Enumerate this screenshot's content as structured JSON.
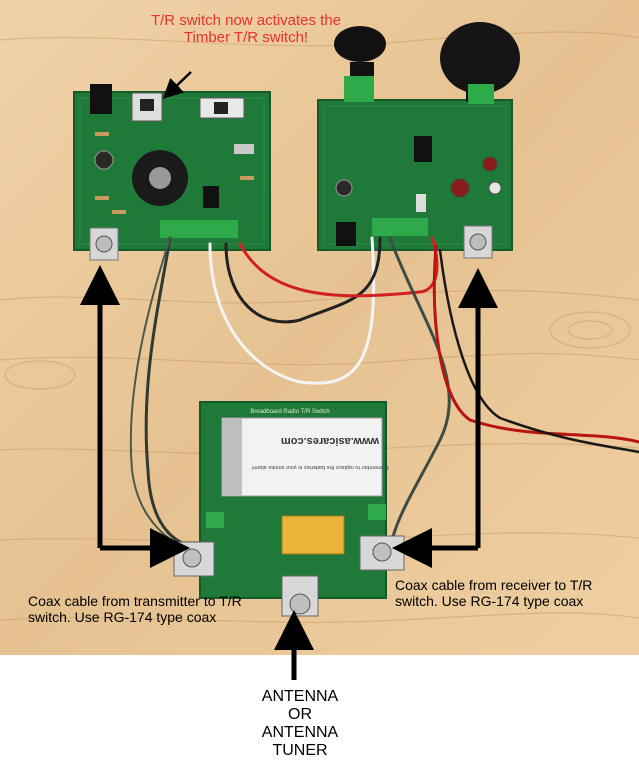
{
  "annotations": {
    "top_note": "T/R switch now activates the Timber T/R switch!",
    "transmitter_coax_note": "Coax cable from transmitter to T/R switch. Use RG-174 type coax",
    "receiver_coax_note": "Coax cable from receiver to T/R switch. Use RG-174 type coax",
    "antenna_line1": "ANTENNA",
    "antenna_line2": "OR",
    "antenna_line3": "ANTENNA",
    "antenna_line4": "TUNER"
  },
  "board_text": {
    "tr_switch_board": "Breadboard Radio T/R Switch",
    "battery_brand": "www.asicares.com",
    "battery_reminder": "Remember to replace the batteries in your smoke alarm!"
  },
  "colors": {
    "wood": "#e9c79a",
    "pcb": "#1f7a3a",
    "arrow": "#000000",
    "note_red": "#e8322a"
  }
}
